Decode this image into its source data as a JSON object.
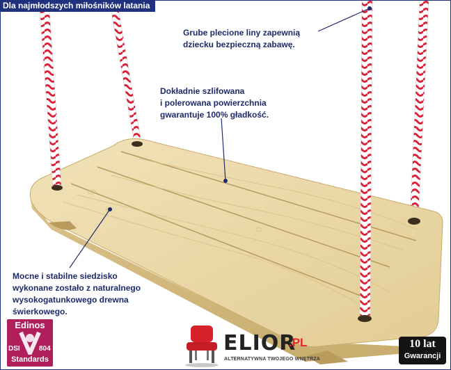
{
  "banner": {
    "text": "Dla najmłodszych miłośników latania"
  },
  "annotations": {
    "ropes": "Grube plecione liny zapewnią\ndziecku bezpieczną zabawę.",
    "polish": "Dokładnie szlifowana\ni polerowana powierzchnia\ngwarantuje 100% gładkość.",
    "seat": "Mocne i stabilne siedzisko\nwykonane zostało z naturalnego\nwysokogatunkowego drewna\nświerkowego."
  },
  "certificate": {
    "brand": "Edinos",
    "code_left": "DSI",
    "code_right": "804",
    "label": "Standards"
  },
  "logo": {
    "name": "ELIOR",
    "suffix": ".PL",
    "tagline": "ALTERNATYWNA TWOJEGO WNĘTRZA"
  },
  "warranty": {
    "years": "10 lat",
    "label": "Gwarancji"
  },
  "colors": {
    "accent": "#20327e",
    "text": "#1d2a6b",
    "rope_red": "#d9213a",
    "wood": "#e8d6a6",
    "badge": "#b01e5b"
  }
}
